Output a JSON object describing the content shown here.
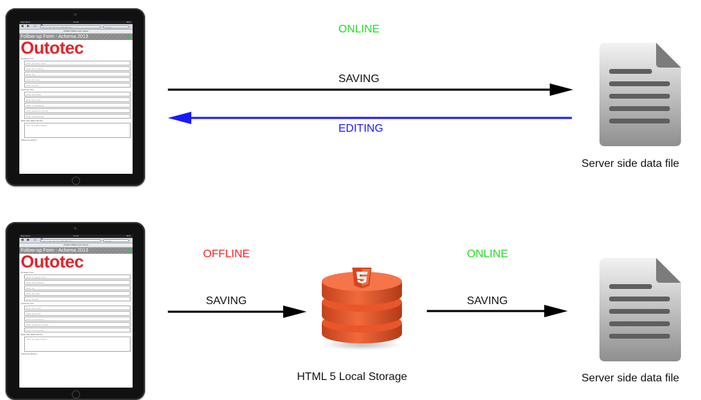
{
  "colors": {
    "online": "#22dd22",
    "offline": "#ff2222",
    "saving_arrow": "#000000",
    "editing_arrow": "#1a1aff",
    "outotec_red": "#e2242b",
    "html5_orange": "#e8562a"
  },
  "ipad_form": {
    "status_left": "iPad Wi-Fi",
    "status_center": "14:06",
    "status_right": "95%",
    "url": "home.raine.fi/outotec/html5-form",
    "search_placeholder": "Google",
    "page_tab": "HTML5 Offline Form Demo",
    "form_title": "Follow-up Form - Achema 2013",
    "logo": "Outotec",
    "section_company": "Company info",
    "company_fields": [
      "Enter company name",
      "Enter street adress",
      "Enter city",
      "Enter zip code",
      "Enter country"
    ],
    "section_customer": "Customer info",
    "customer_fields": [
      "Enter first name",
      "Enter last name",
      "Enter e-mail adress",
      "Enter telephone number",
      "Enter business title"
    ],
    "section_talk": "What was talked about?",
    "talk_placeholder": "Fill in text talked about",
    "section_followup": "Follow-up actions"
  },
  "top_row": {
    "status": "ONLINE",
    "saving": "SAVING",
    "editing": "EDITING",
    "server_caption": "Server side data file",
    "document_icon": "document-icon"
  },
  "bottom_row": {
    "offline": "OFFLINE",
    "saving_left": "SAVING",
    "storage_icon": "html5-database-icon",
    "storage_caption": "HTML 5 Local Storage",
    "online": "ONLINE",
    "saving_right": "SAVING",
    "server_caption": "Server side data file",
    "document_icon": "document-icon"
  }
}
